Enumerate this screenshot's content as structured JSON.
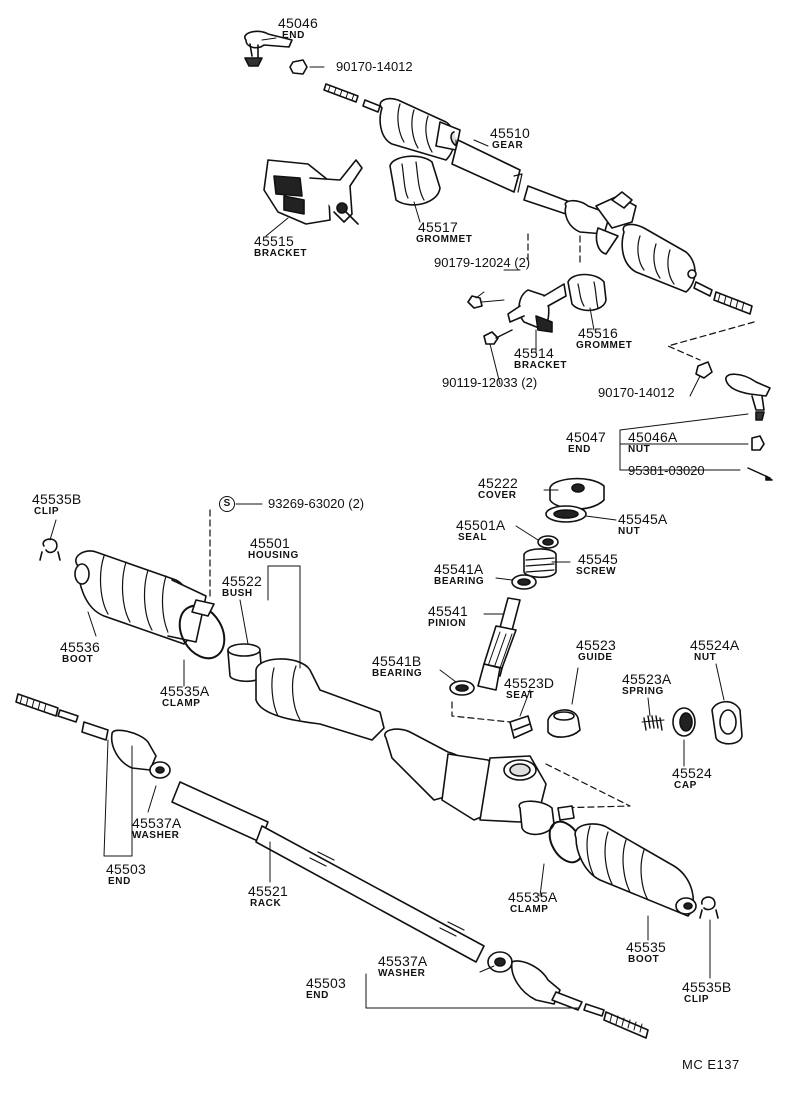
{
  "labels": {
    "p45046": {
      "num": "45046",
      "name": "END"
    },
    "ref90170a": "90170-14012",
    "p45510": {
      "num": "45510",
      "name": "GEAR"
    },
    "p45517": {
      "num": "45517",
      "name": "GROMMET"
    },
    "p45515": {
      "num": "45515",
      "name": "BRACKET"
    },
    "ref90179": "90179-12024 (2)",
    "p45516": {
      "num": "45516",
      "name": "GROMMET"
    },
    "p45514": {
      "num": "45514",
      "name": "BRACKET"
    },
    "ref90119": "90119-12033 (2)",
    "ref90170b": "90170-14012",
    "p45047": {
      "num": "45047",
      "name": "END"
    },
    "p45046A": {
      "num": "45046A",
      "name": "NUT"
    },
    "ref95381": "95381-03020",
    "p45535B_top": {
      "num": "45535B",
      "name": "CLIP"
    },
    "s_symbol": "S",
    "ref93269": "93269-63020 (2)",
    "p45222": {
      "num": "45222",
      "name": "COVER"
    },
    "p45501A": {
      "num": "45501A",
      "name": "SEAL"
    },
    "p45545A": {
      "num": "45545A",
      "name": "NUT"
    },
    "p45501": {
      "num": "45501",
      "name": "HOUSING"
    },
    "p45522": {
      "num": "45522",
      "name": "BUSH"
    },
    "p45541A": {
      "num": "45541A",
      "name": "BEARING"
    },
    "p45545": {
      "num": "45545",
      "name": "SCREW"
    },
    "p45541": {
      "num": "45541",
      "name": "PINION"
    },
    "p45536": {
      "num": "45536",
      "name": "BOOT"
    },
    "p45535A_l": {
      "num": "45535A",
      "name": "CLAMP"
    },
    "p45523": {
      "num": "45523",
      "name": "GUIDE"
    },
    "p45524A": {
      "num": "45524A",
      "name": "NUT"
    },
    "p45541B": {
      "num": "45541B",
      "name": "BEARING"
    },
    "p45523D": {
      "num": "45523D",
      "name": "SEAT"
    },
    "p45523A": {
      "num": "45523A",
      "name": "SPRING"
    },
    "p45524": {
      "num": "45524",
      "name": "CAP"
    },
    "p45537A_l": {
      "num": "45537A",
      "name": "WASHER"
    },
    "p45503_l": {
      "num": "45503",
      "name": "END"
    },
    "p45521": {
      "num": "45521",
      "name": "RACK"
    },
    "p45535A_r": {
      "num": "45535A",
      "name": "CLAMP"
    },
    "p45535": {
      "num": "45535",
      "name": "BOOT"
    },
    "p45537A_r": {
      "num": "45537A",
      "name": "WASHER"
    },
    "p45503_r": {
      "num": "45503",
      "name": "END"
    },
    "p45535B_r": {
      "num": "45535B",
      "name": "CLIP"
    }
  },
  "footer": "MC  E137"
}
